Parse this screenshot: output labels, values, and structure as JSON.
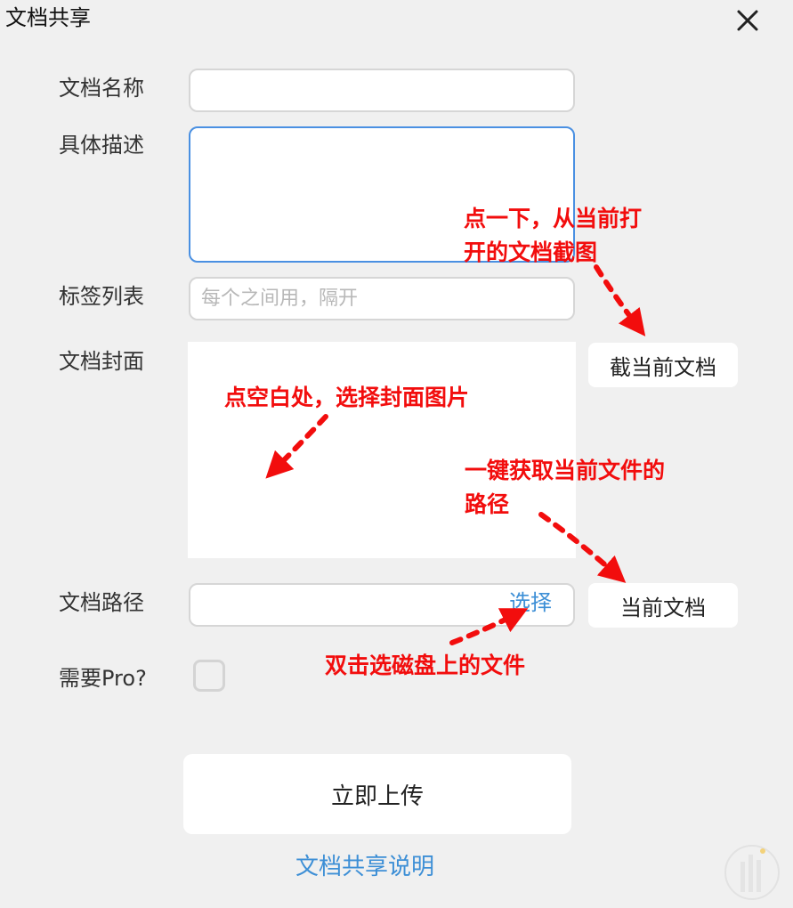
{
  "window": {
    "title": "文档共享"
  },
  "form": {
    "name_label": "文档名称",
    "name_value": "",
    "desc_label": "具体描述",
    "desc_value": "",
    "tags_label": "标签列表",
    "tags_placeholder": "每个之间用，隔开",
    "cover_label": "文档封面",
    "path_label": "文档路径",
    "path_value": "",
    "select_link": "选择",
    "pro_label": "需要Pro?",
    "pro_checked": false
  },
  "buttons": {
    "screenshot": "截当前文档",
    "current_doc": "当前文档",
    "upload": "立即上传"
  },
  "links": {
    "help": "文档共享说明"
  },
  "annotations": {
    "screenshot_hint": "点一下，从当前打\n开的文档截图",
    "cover_hint": "点空白处，选择封面图片",
    "path_hint": "一键获取当前文件的\n路径",
    "select_hint": "双击选磁盘上的文件"
  },
  "colors": {
    "annotation": "#f20d0d",
    "link": "#3d8fd6",
    "focus_border": "#4a90e2",
    "background": "#f0f0f0"
  },
  "icons": {
    "close": "close-icon",
    "watermark": "watermark-logo-icon"
  }
}
